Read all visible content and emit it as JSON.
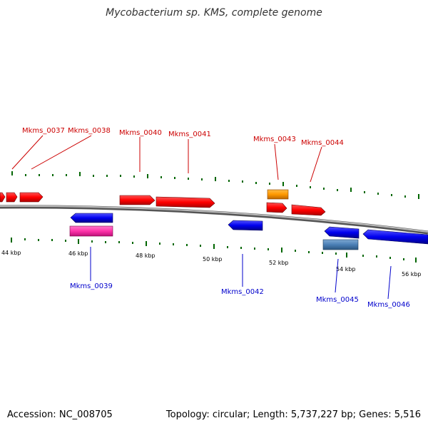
{
  "title": "Mycobacterium sp. KMS, complete genome",
  "footer": {
    "accession_label": "Accession:",
    "accession": "NC_008705",
    "summary": "Topology: circular; Length: 5,737,227 bp; Genes: 5,516"
  },
  "colors": {
    "forward_gene": "#ff0000",
    "reverse_gene": "#0000ee",
    "orange_feature": "#ff9900",
    "pink_feature": "#ff33aa",
    "steel_feature": "#4a7fb5",
    "backbone": "#888888",
    "tick": "#006600",
    "label_top": "#cc0000",
    "label_bottom": "#0000cc"
  },
  "scale_labels": [
    "44 kbp",
    "46 kbp",
    "48 kbp",
    "50 kbp",
    "52 kbp",
    "54 kbp",
    "56 kbp"
  ],
  "top_labels": [
    "Mkms_0037",
    "Mkms_0038",
    "Mkms_0040",
    "Mkms_0041",
    "Mkms_0043",
    "Mkms_0044"
  ],
  "bottom_labels": [
    "Mkms_0039",
    "Mkms_0042",
    "Mkms_0045",
    "Mkms_0046"
  ]
}
